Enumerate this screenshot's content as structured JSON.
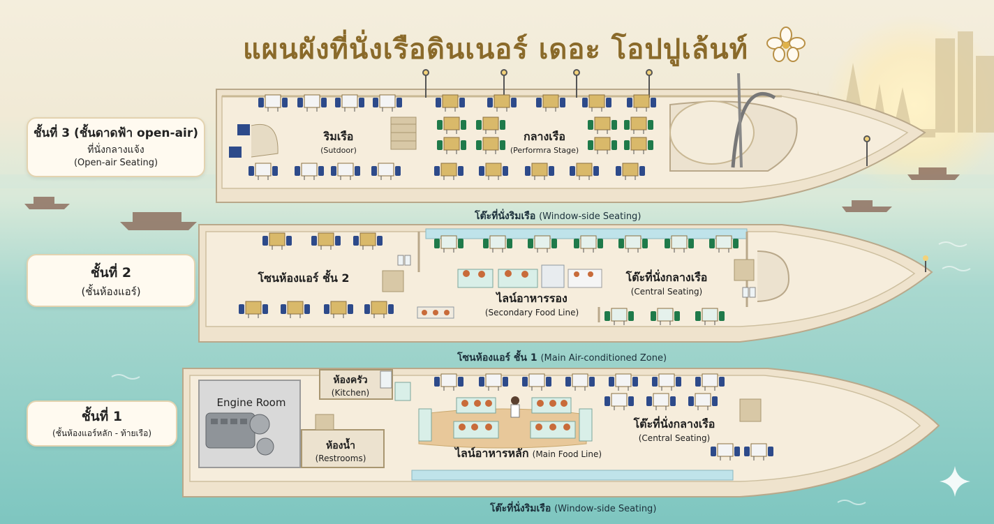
{
  "title": "แผนผังที่นั่งเรือดินเนอร์ เดอะ โอปปูเล้นท์",
  "floors": [
    {
      "line1": "ชั้นที่ 3 (ชั้นดาดฟ้า open-air)",
      "line2": "ที่นั่งกลางแจ้ง",
      "line3": "(Open-air Seating)"
    },
    {
      "line1": "ชั้นที่ 2",
      "line2": "(ชั้นห้องแอร์)"
    },
    {
      "line1": "ชั้นที่ 1",
      "line2": "(ชั้นห้องแอร์หลัก - ท้ายเรือ)"
    }
  ],
  "deck3": {
    "zone_edge": {
      "th": "ริมเรือ",
      "en": "(Sutdoor)"
    },
    "zone_mid": {
      "th": "กลางเรือ",
      "en": "(Performra Stage)"
    },
    "caption_th": "โต๊ะที่นั่งริมเรือ",
    "caption_en": "(Window-side Seating)"
  },
  "deck2": {
    "zone_ac": {
      "th": "โซนห้องแอร์ ชั้น 2"
    },
    "zone_food": {
      "th": "ไลน์อาหารรอง",
      "en": "(Secondary Food Line)"
    },
    "zone_central": {
      "th": "โต๊ะที่นั่งกลางเรือ",
      "en": "(Central Seating)"
    },
    "caption_th": "โซนห้องแอร์ ชั้น 1",
    "caption_en": "(Main Air-conditioned Zone)"
  },
  "deck1": {
    "engine": "Engine Room",
    "kitchen": {
      "th": "ห้องครัว",
      "en": "(Kitchen)"
    },
    "restroom": {
      "th": "ห้องน้ำ",
      "en": "(Restrooms)"
    },
    "food": {
      "th": "ไลน์อาหารหลัก",
      "en": "(Main Food Line)"
    },
    "central": {
      "th": "โต๊ะที่นั่งกลางเรือ",
      "en": "(Central Seating)"
    },
    "caption_th": "โต๊ะที่นั่งริมเรือ",
    "caption_en": "(Window-side Seating)"
  },
  "icons": [
    "orchid-icon",
    "sparkle-icon"
  ],
  "colors": {
    "title": "#8a6a2a",
    "chair_blue": "#2d4a8a",
    "chair_green": "#1f7a4a",
    "table": "#d9b96a",
    "deck": "#f3ead8",
    "water": "#7ec6c0"
  }
}
